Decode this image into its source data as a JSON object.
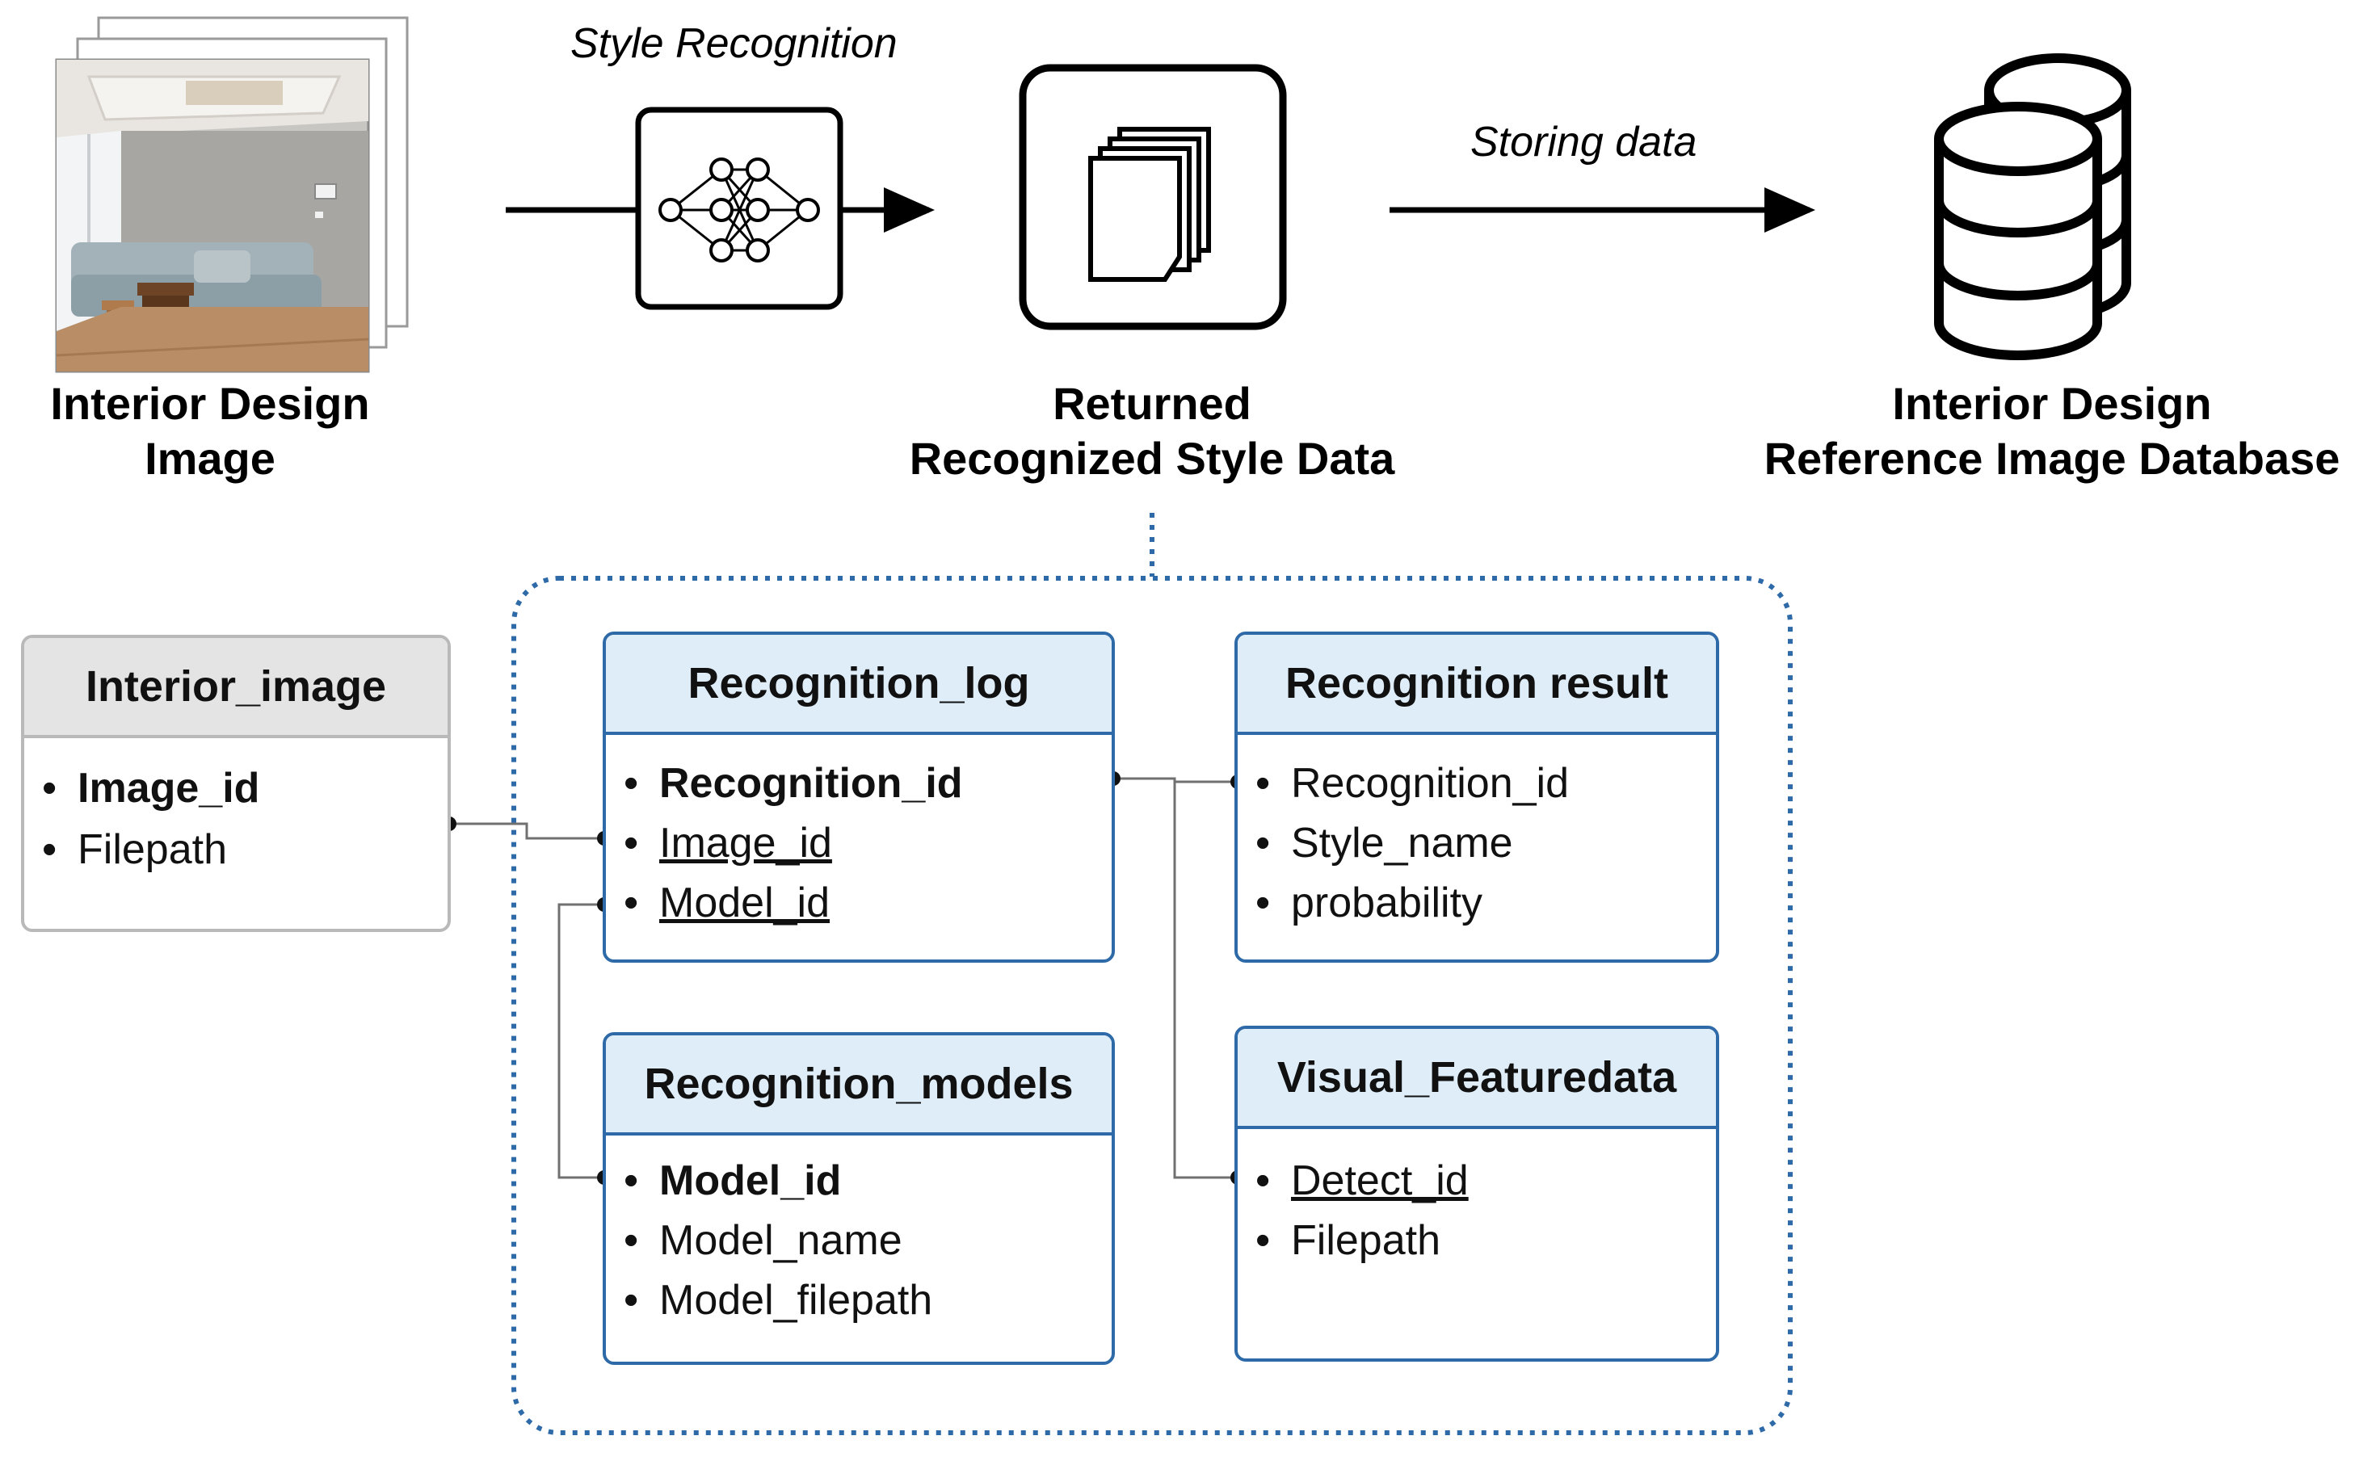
{
  "pipeline": {
    "input_label": [
      "Interior Design",
      "Image"
    ],
    "recognition_label": "Style Recognition",
    "output_label": [
      "Returned",
      "Recognized Style Data"
    ],
    "store_label": "Storing data",
    "database_label": [
      "Interior Design",
      "Reference Image Database"
    ],
    "icons": [
      "photo-stack-icon",
      "neural-network-icon",
      "document-stack-icon",
      "database-icon"
    ]
  },
  "schema": {
    "interior_image": {
      "title": "Interior_image",
      "fields": [
        {
          "name": "Image_id",
          "key": "pk"
        },
        {
          "name": "Filepath",
          "key": "none"
        }
      ]
    },
    "recognition_log": {
      "title": "Recognition_log",
      "fields": [
        {
          "name": "Recognition_id",
          "key": "pk"
        },
        {
          "name": "Image_id",
          "key": "fk"
        },
        {
          "name": "Model_id",
          "key": "fk"
        }
      ]
    },
    "recognition_result": {
      "title": "Recognition result",
      "fields": [
        {
          "name": "Recognition_id",
          "key": "none"
        },
        {
          "name": "Style_name",
          "key": "none"
        },
        {
          "name": "probability",
          "key": "none"
        }
      ]
    },
    "recognition_models": {
      "title": "Recognition_models",
      "fields": [
        {
          "name": "Model_id",
          "key": "pk"
        },
        {
          "name": "Model_name",
          "key": "none"
        },
        {
          "name": "Model_filepath",
          "key": "none"
        }
      ]
    },
    "visual_featuredata": {
      "title": "Visual_Featuredata",
      "fields": [
        {
          "name": "Detect_id",
          "key": "fk"
        },
        {
          "name": "Filepath",
          "key": "none"
        }
      ]
    },
    "colors": {
      "entity_border": "#2f6aa8",
      "entity_header": "#dfedf8",
      "external_border": "#b9b9b9",
      "external_header": "#e4e4e4"
    }
  }
}
